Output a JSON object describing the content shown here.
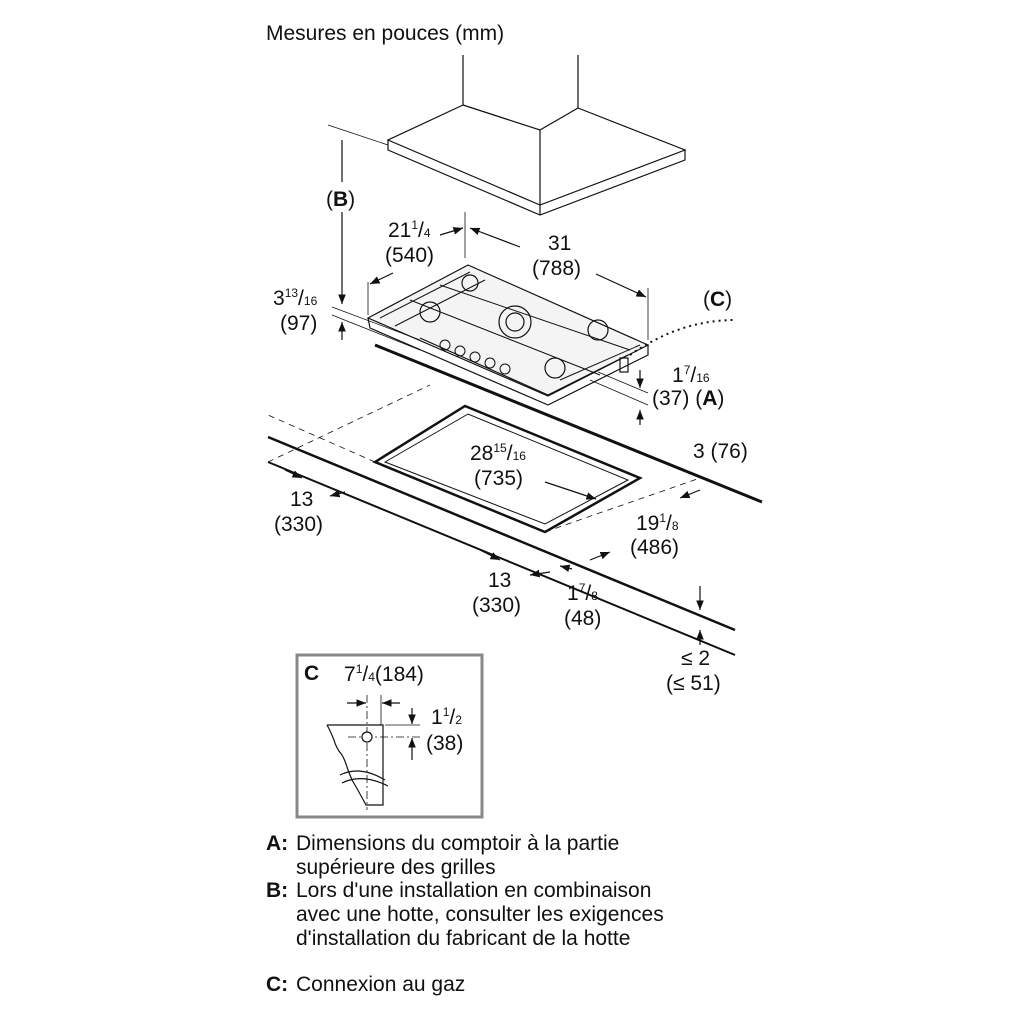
{
  "title": "Mesures en pouces (mm)",
  "labels": {
    "B": "B",
    "C": "C",
    "A": "A",
    "depth": {
      "whole": "21",
      "num": "1",
      "den": "4",
      "mm": "(540)"
    },
    "width": {
      "whole": "31",
      "mm": "(788)"
    },
    "height": {
      "whole": "3",
      "num": "13",
      "den": "16",
      "mm": "(97)"
    },
    "above_counter": {
      "whole": "1",
      "num": "7",
      "den": "16",
      "mm": "(37)"
    },
    "cutout_width": {
      "whole": "28",
      "num": "15",
      "den": "16",
      "mm": "(735)"
    },
    "back_clear": {
      "text": "3 (76)"
    },
    "side_left": {
      "whole": "13",
      "mm": "(330)"
    },
    "cutout_depth": {
      "whole": "19",
      "num": "1",
      "den": "8",
      "mm": "(486)"
    },
    "side_front": {
      "whole": "13",
      "mm": "(330)"
    },
    "front_edge": {
      "whole": "1",
      "num": "7",
      "den": "8",
      "mm": "(48)"
    },
    "counter_thick": {
      "whole": "≤ 2",
      "mm": "(≤ 51)"
    }
  },
  "detail": {
    "key": "C",
    "width": {
      "whole": "7",
      "num": "1",
      "den": "4",
      "mm": "(184)"
    },
    "height": {
      "whole": "1",
      "num": "1",
      "den": "2",
      "mm": "(38)"
    }
  },
  "legend": [
    {
      "key": "A:",
      "lines": [
        "Dimensions du comptoir à la partie",
        "supérieure des grilles"
      ]
    },
    {
      "key": "B:",
      "lines": [
        "Lors d'une installation en combinaison",
        "avec une hotte, consulter les exigences",
        "d'installation du fabricant de la hotte"
      ]
    },
    {
      "key": "C:",
      "lines": [
        "Connexion au gaz"
      ]
    }
  ]
}
